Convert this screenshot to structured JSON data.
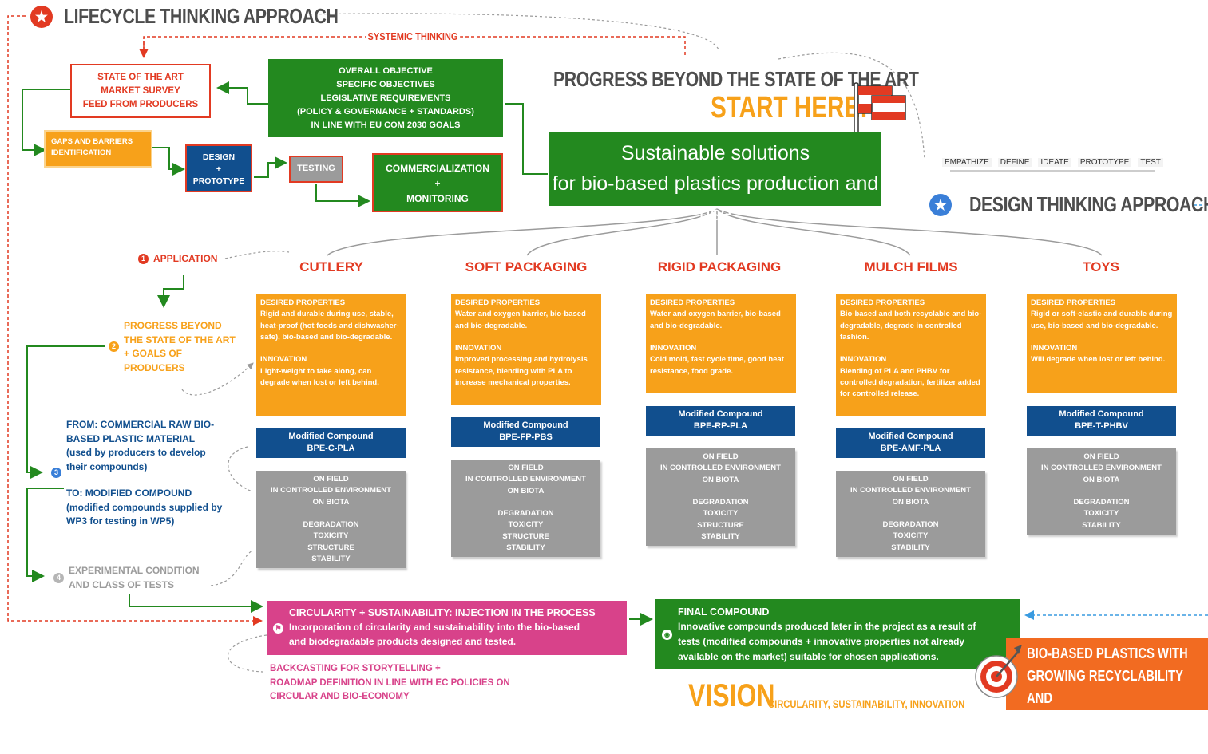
{
  "header": {
    "lifecycle": "LIFECYCLE THINKING APPROACH",
    "systemic": "SYSTEMIC THINKING",
    "progress": "PROGRESS BEYOND THE STATE OF THE ART",
    "start": "START HERE!",
    "design": "DESIGN THINKING APPROACH"
  },
  "design_steps": [
    "EMPATHIZE",
    "DEFINE",
    "IDEATE",
    "PROTOTYPE",
    "TEST"
  ],
  "top_boxes": {
    "state_art": "STATE OF THE ART\nMARKET SURVEY\nFEED FROM PRODUCERS",
    "objectives": "OVERALL OBJECTIVE\nSPECIFIC OBJECTIVES\nLEGISLATIVE REQUIREMENTS\n(POLICY & GOVERNANCE + STANDARDS)\nIN LINE WITH EU COM 2030 GOALS",
    "gaps": "GAPS AND BARRIERS\nIDENTIFICATION",
    "design_proto": "DESIGN\n+\nPROTOTYPE",
    "testing": "TESTING",
    "commercial": "COMMERCIALIZATION\n+\nMONITORING",
    "solutions": "Sustainable solutions\nfor bio-based plastics production and use"
  },
  "side": {
    "n1": "1",
    "application": "APPLICATION",
    "n2": "2",
    "progress_goals": "PROGRESS BEYOND\nTHE STATE OF THE ART\n+ GOALS OF\nPRODUCERS",
    "from": "FROM: COMMERCIAL RAW BIO-\nBASED PLASTIC MATERIAL\n(used by producers to develop\ntheir compounds)",
    "n3": "3",
    "to": "TO: MODIFIED COMPOUND\n(modified compounds supplied by\nWP3 for testing in WP5)",
    "n4": "4",
    "experimental": "EXPERIMENTAL CONDITION\nAND CLASS OF TESTS"
  },
  "applications": [
    {
      "title": "CUTLERY",
      "props": "DESIRED PROPERTIES\nRigid and durable during use, stable, heat-proof (hot foods and dishwasher-safe), bio-based and bio-degradable.\n\nINNOVATION\nLight-weight to take along, can degrade when lost or left behind.",
      "compound": "Modified Compound\nBPE-C-PLA",
      "tests": "ON FIELD\nIN CONTROLLED ENVIRONMENT\nON BIOTA\n\nDEGRADATION\nTOXICITY\nSTRUCTURE\nSTABILITY"
    },
    {
      "title": "SOFT PACKAGING",
      "props": "DESIRED PROPERTIES\nWater and oxygen barrier, bio-based and bio-degradable.\n\nINNOVATION\nImproved processing and hydrolysis resistance, blending with PLA to increase mechanical properties.",
      "compound": "Modified Compound\nBPE-FP-PBS",
      "tests": "ON FIELD\nIN CONTROLLED ENVIRONMENT\nON BIOTA\n\nDEGRADATION\nTOXICITY\nSTRUCTURE\nSTABILITY"
    },
    {
      "title": "RIGID PACKAGING",
      "props": "DESIRED PROPERTIES\nWater and oxygen barrier, bio-based and bio-degradable.\n\nINNOVATION\nCold mold, fast cycle time, good heat resistance, food grade.",
      "compound": "Modified Compound\nBPE-RP-PLA",
      "tests": "ON FIELD\nIN CONTROLLED ENVIRONMENT\nON BIOTA\n\nDEGRADATION\nTOXICITY\nSTRUCTURE\nSTABILITY"
    },
    {
      "title": "MULCH FILMS",
      "props": "DESIRED PROPERTIES\nBio-based and both recyclable and bio-degradable, degrade in controlled fashion.\n\nINNOVATION\nBlending of PLA and PHBV for controlled degradation, fertilizer added for controlled release.",
      "compound": "Modified Compound\nBPE-AMF-PLA",
      "tests": "ON FIELD\nIN CONTROLLED ENVIRONMENT\nON BIOTA\n\nDEGRADATION\nTOXICITY\nSTABILITY"
    },
    {
      "title": "TOYS",
      "props": "DESIRED PROPERTIES\nRigid or soft-elastic and durable during use, bio-based and bio-degradable.\n\nINNOVATION\nWill degrade when lost or left behind.",
      "compound": "Modified Compound\nBPE-T-PHBV",
      "tests": "ON FIELD\nIN CONTROLLED ENVIRONMENT\nON BIOTA\n\nDEGRADATION\nTOXICITY\nSTABILITY"
    }
  ],
  "bottom": {
    "circ_title": "CIRCULARITY + SUSTAINABILITY: INJECTION IN THE PROCESS",
    "circ_body": "Incorporation of circularity and sustainability into the bio-based\nand biodegradable products designed and tested.",
    "backcasting": "BACKCASTING FOR STORYTELLING +\nROADMAP DEFINITION IN LINE WITH EC POLICIES ON\nCIRCULAR AND BIO-ECONOMY",
    "final_title": "FINAL COMPOUND",
    "final_body": "Innovative compounds produced later in the project as a result of\ntests (modified compounds + innovative properties not already\navailable on the market) suitable for chosen applications.",
    "vision": "VISION",
    "vision_sub": "CIRCULARITY, SUSTAINABILITY, INNOVATION",
    "goal": "BIO-BASED PLASTICS WITH\nGROWING RECYCLABILITY AND\nCOMPOSTABILITY @ END-OF-LIFE"
  },
  "colors": {
    "green": "#23891f",
    "orange": "#f7a11a",
    "red": "#e23a22",
    "blue": "#114f8e",
    "grey": "#9b9b9b",
    "magenta": "#d8428a",
    "deep_orange": "#f26b21"
  }
}
